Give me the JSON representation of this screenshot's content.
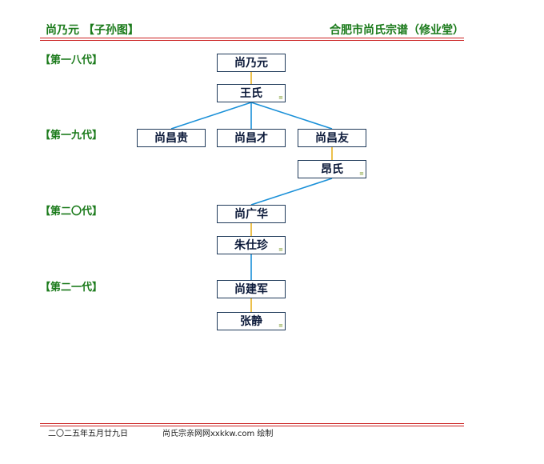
{
  "header": {
    "left_title": "尚乃元 【子孙图】",
    "right_title": "合肥市尚氏宗谱（修业堂）"
  },
  "generations": [
    "【第一八代】",
    "【第一九代】",
    "【第二〇代】",
    "【第二一代】"
  ],
  "nodes": [
    {
      "id": "p1",
      "name": "尚乃元",
      "mark": ""
    },
    {
      "id": "p2",
      "name": "王氏",
      "mark": "≡"
    },
    {
      "id": "p3",
      "name": "尚昌贵",
      "mark": ""
    },
    {
      "id": "p4",
      "name": "尚昌才",
      "mark": ""
    },
    {
      "id": "p5",
      "name": "尚昌友",
      "mark": ""
    },
    {
      "id": "p6",
      "name": "昂氏",
      "mark": "≡"
    },
    {
      "id": "p7",
      "name": "尚广华",
      "mark": ""
    },
    {
      "id": "p8",
      "name": "朱仕珍",
      "mark": "≡"
    },
    {
      "id": "p9",
      "name": "尚建军",
      "mark": ""
    },
    {
      "id": "p10",
      "name": "张静",
      "mark": "≡"
    }
  ],
  "links": [
    {
      "from": "p1",
      "to": "p2",
      "kind": "spouse"
    },
    {
      "from": "p2",
      "to": "p3",
      "kind": "child"
    },
    {
      "from": "p2",
      "to": "p4",
      "kind": "child"
    },
    {
      "from": "p2",
      "to": "p5",
      "kind": "child"
    },
    {
      "from": "p5",
      "to": "p6",
      "kind": "spouse"
    },
    {
      "from": "p6",
      "to": "p7",
      "kind": "child"
    },
    {
      "from": "p7",
      "to": "p8",
      "kind": "spouse"
    },
    {
      "from": "p8",
      "to": "p9",
      "kind": "child"
    },
    {
      "from": "p9",
      "to": "p10",
      "kind": "spouse"
    }
  ],
  "colors": {
    "spouse_link": "#e8b020",
    "child_link": "#1a90d8",
    "rule": "#cc2222",
    "heading": "#1a7a1a"
  },
  "footer": {
    "date": "二〇二五年五月廿九日",
    "credit": "尚氏宗亲网网xxkkw.com 绘制"
  }
}
